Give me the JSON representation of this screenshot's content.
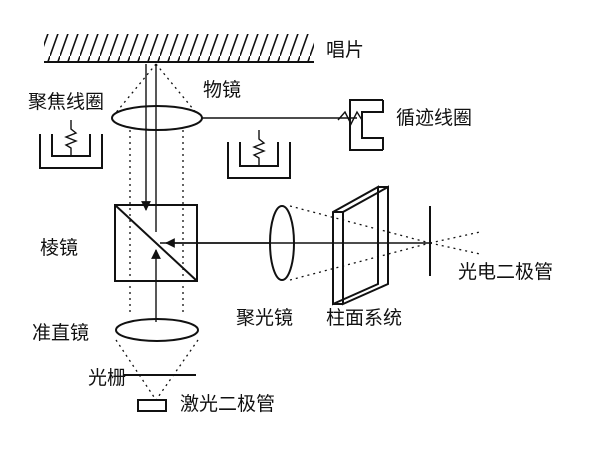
{
  "labels": {
    "record": "唱片",
    "objective_lens": "物镜",
    "focus_coil": "聚焦线圈",
    "tracking_coil": "循迹线圈",
    "prism": "棱镜",
    "condenser_lens": "聚光镜",
    "cylindrical_system": "柱面系统",
    "photodiode": "光电二极管",
    "collimator_lens": "准直镜",
    "grating": "光栅",
    "laser_diode": "激光二极管"
  }
}
